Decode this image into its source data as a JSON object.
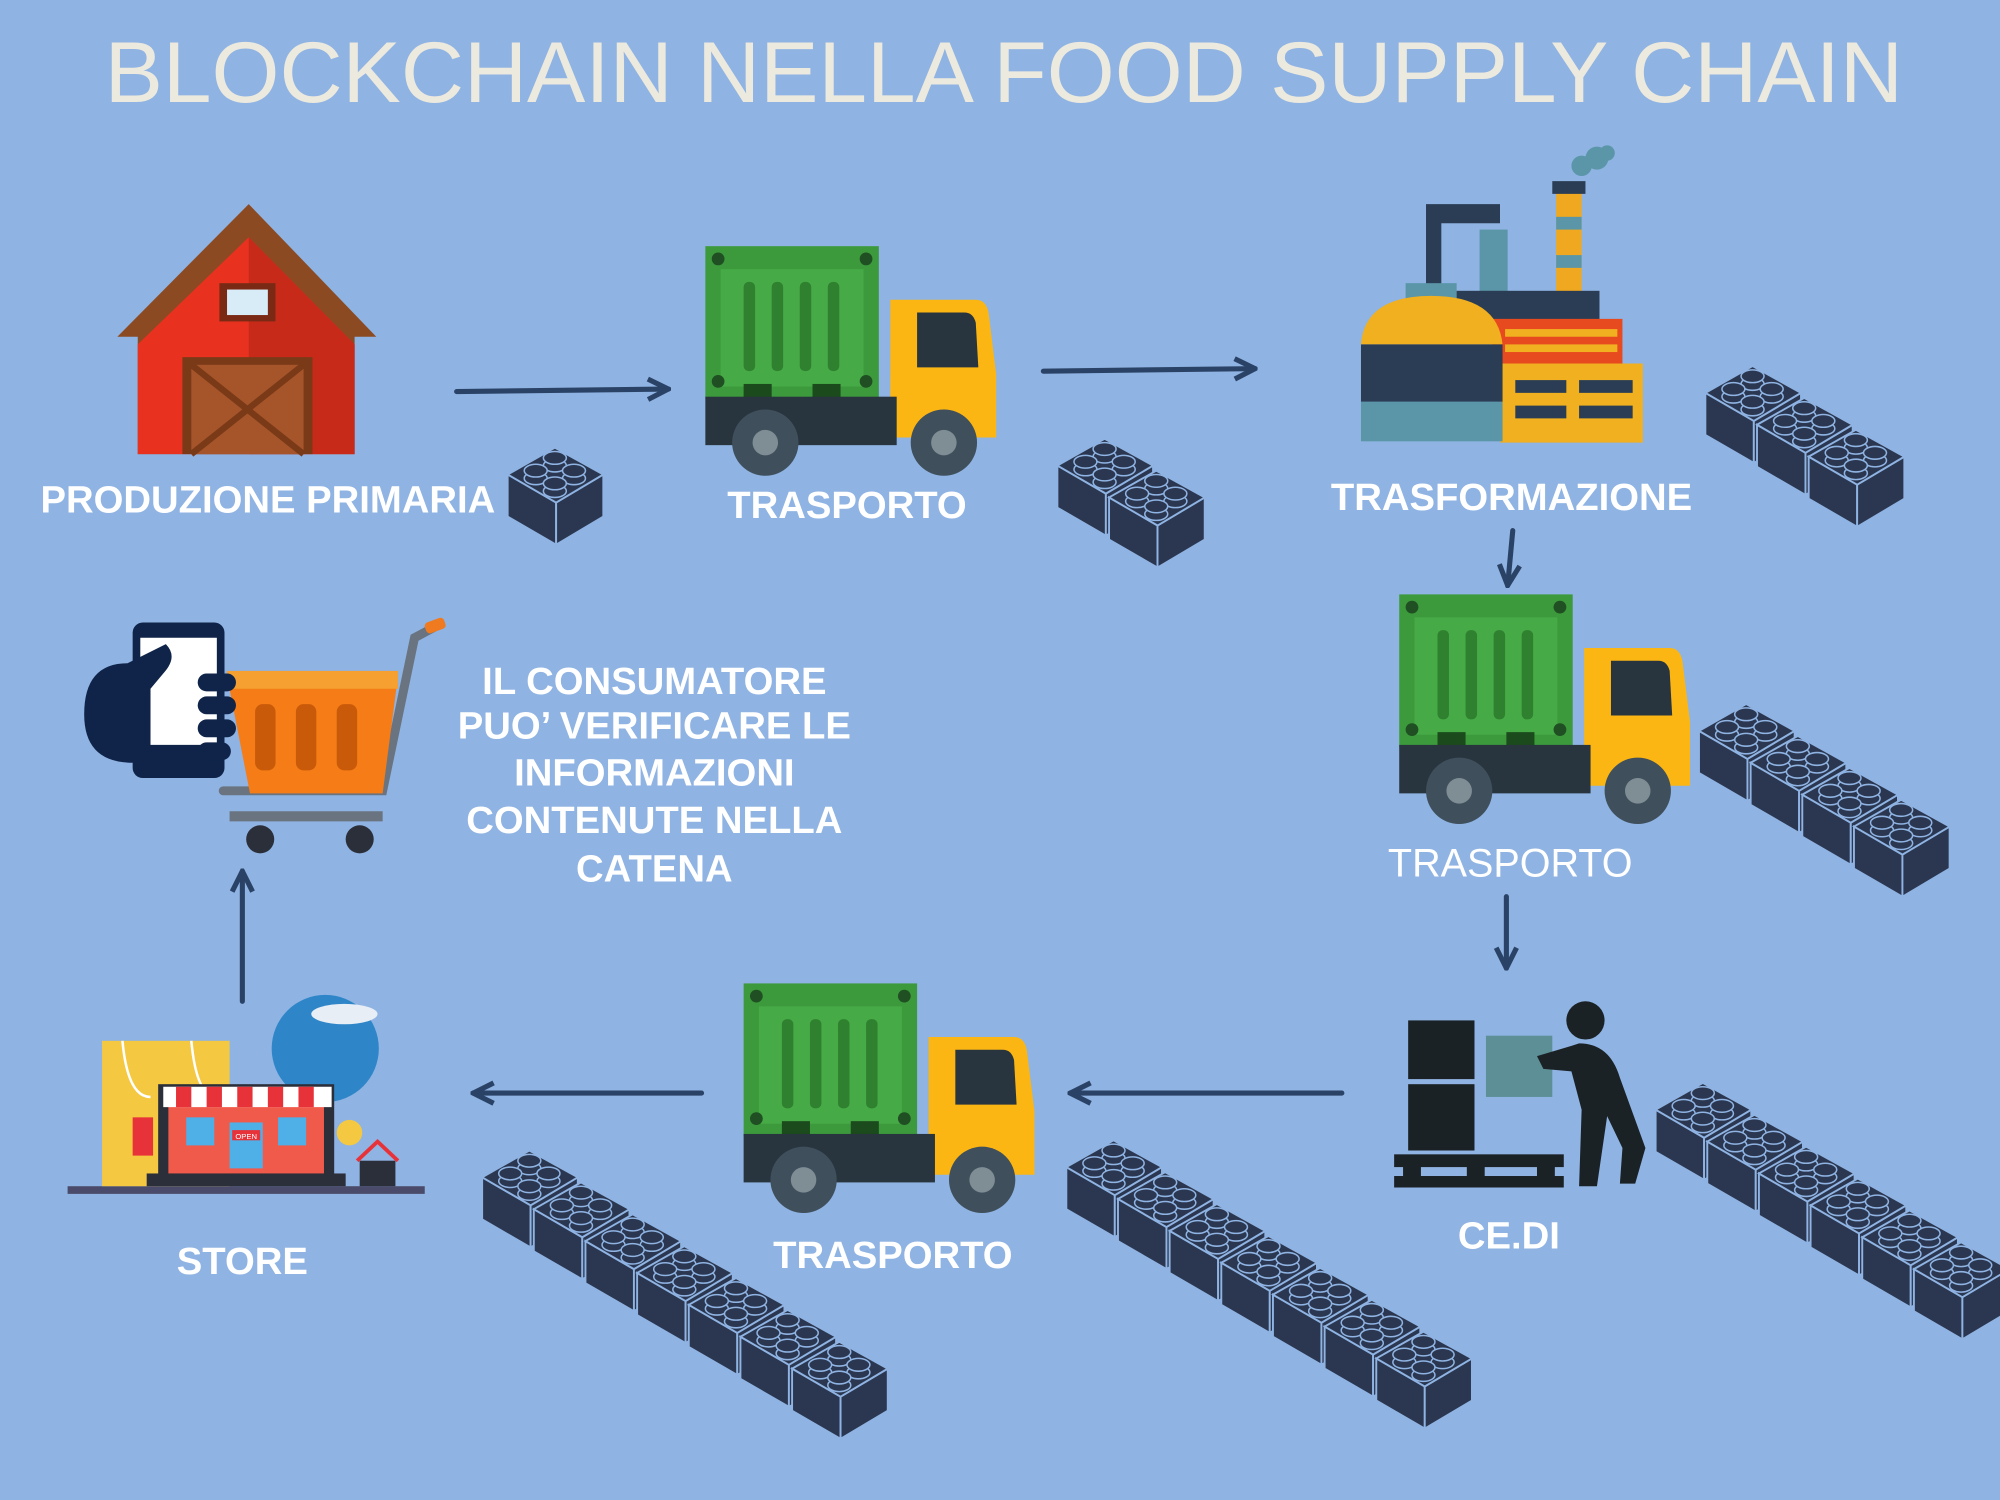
{
  "title": "BLOCKCHAIN NELLA FOOD SUPPLY CHAIN",
  "steps": {
    "produzione": "PRODUZIONE PRIMARIA",
    "trasporto1": "TRASPORTO",
    "trasformazione": "TRASFORMAZIONE",
    "trasporto2": "TRASPORTO",
    "cedi": "CE.DI",
    "trasporto3": "TRASPORTO",
    "store": "STORE"
  },
  "consumer_text": [
    "IL CONSUMATORE",
    "PUO’ VERIFICARE LE",
    "INFORMAZIONI",
    "CONTENUTE NELLA",
    "CATENA"
  ],
  "store_sign": "OPEN",
  "colors": {
    "background": "#8fb3e2",
    "block": "#2b3750",
    "arrow": "#2a4266",
    "truck_container": "#3c9a3c",
    "truck_cab": "#fbb614",
    "barn": "#e8321f"
  }
}
